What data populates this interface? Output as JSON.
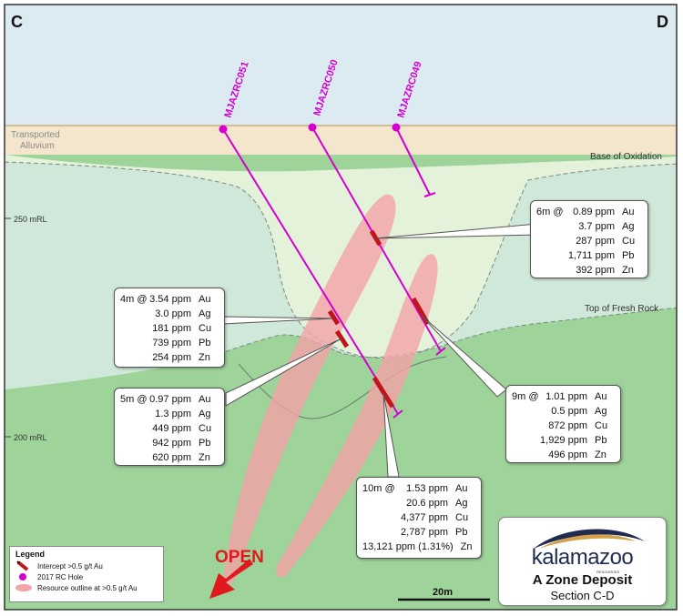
{
  "section": {
    "left_label": "C",
    "right_label": "D"
  },
  "surface_labels": {
    "alluvium": [
      "Transported",
      "Alluvium"
    ],
    "base_oxidation": "Base of Oxidation",
    "top_fresh_rock": "Top of Fresh Rock"
  },
  "rl_labels": [
    "250 mRL",
    "200 mRL"
  ],
  "drill_holes": [
    "MJAZRC051",
    "MJAZRC050",
    "MJAZRC049"
  ],
  "intercepts": [
    {
      "name": "intercept-box-mjazrc050-upper",
      "rows": [
        {
          "pfx": "6m @",
          "val": "0.89 ppm",
          "el": "Au"
        },
        {
          "pfx": "",
          "val": "3.7 ppm",
          "el": "Ag"
        },
        {
          "pfx": "",
          "val": "287 ppm",
          "el": "Cu"
        },
        {
          "pfx": "",
          "val": "1,711 ppm",
          "el": "Pb"
        },
        {
          "pfx": "",
          "val": "392 ppm",
          "el": "Zn"
        }
      ]
    },
    {
      "name": "intercept-box-mjazrc051-upper",
      "rows": [
        {
          "pfx": "4m @",
          "val": "3.54 ppm",
          "el": "Au"
        },
        {
          "pfx": "",
          "val": "3.0 ppm",
          "el": "Ag"
        },
        {
          "pfx": "",
          "val": "181 ppm",
          "el": "Cu"
        },
        {
          "pfx": "",
          "val": "739 ppm",
          "el": "Pb"
        },
        {
          "pfx": "",
          "val": "254 ppm",
          "el": "Zn"
        }
      ]
    },
    {
      "name": "intercept-box-mjazrc051-lower",
      "rows": [
        {
          "pfx": "5m @",
          "val": "0.97 ppm",
          "el": "Au"
        },
        {
          "pfx": "",
          "val": "1.3 ppm",
          "el": "Ag"
        },
        {
          "pfx": "",
          "val": "449 ppm",
          "el": "Cu"
        },
        {
          "pfx": "",
          "val": "942 ppm",
          "el": "Pb"
        },
        {
          "pfx": "",
          "val": "620 ppm",
          "el": "Zn"
        }
      ]
    },
    {
      "name": "intercept-box-mjazrc050-lower",
      "rows": [
        {
          "pfx": "9m @",
          "val": "1.01 ppm",
          "el": "Au"
        },
        {
          "pfx": "",
          "val": "0.5 ppm",
          "el": "Ag"
        },
        {
          "pfx": "",
          "val": "872 ppm",
          "el": "Cu"
        },
        {
          "pfx": "",
          "val": "1,929 ppm",
          "el": "Pb"
        },
        {
          "pfx": "",
          "val": "496 ppm",
          "el": "Zn"
        }
      ]
    },
    {
      "name": "intercept-box-mjazrc051-deep",
      "rows": [
        {
          "pfx": "10m @",
          "val": "1.53 ppm",
          "el": "Au"
        },
        {
          "pfx": "",
          "val": "20.6 ppm",
          "el": "Ag"
        },
        {
          "pfx": "",
          "val": "4,377 ppm",
          "el": "Cu"
        },
        {
          "pfx": "",
          "val": "2,787 ppm",
          "el": "Pb"
        },
        {
          "pfx": "",
          "val": "13,121 ppm (1.31%)",
          "el": "Zn"
        }
      ]
    }
  ],
  "open_label": "OPEN",
  "scale_bar": "20m",
  "legend": {
    "title": "Legend",
    "items": [
      {
        "icon": "intercept-symbol",
        "label": "Intercept >0.5 g/t Au"
      },
      {
        "icon": "rc-hole-dot",
        "label": "2017 RC Hole"
      },
      {
        "icon": "resource-outline-ellipse",
        "label": "Resource outline at >0.5 g/t Au"
      }
    ]
  },
  "logo": {
    "brand": "kalamazoo",
    "brand_sub": "RESOURCES",
    "deposit": "A Zone Deposit",
    "section": "Section C-D"
  },
  "colors": {
    "sky": "#dcebf2",
    "alluvium": "#f3e6cc",
    "oxidised_zone": "#e4f2da",
    "transition_zone": "#cfe8da",
    "fresh_rock": "#9ed39a",
    "drill_hole": "#d500d0",
    "intercept": "#c0161b",
    "resource_outline": "#f3a3a8",
    "open_arrow": "#e0191e"
  }
}
